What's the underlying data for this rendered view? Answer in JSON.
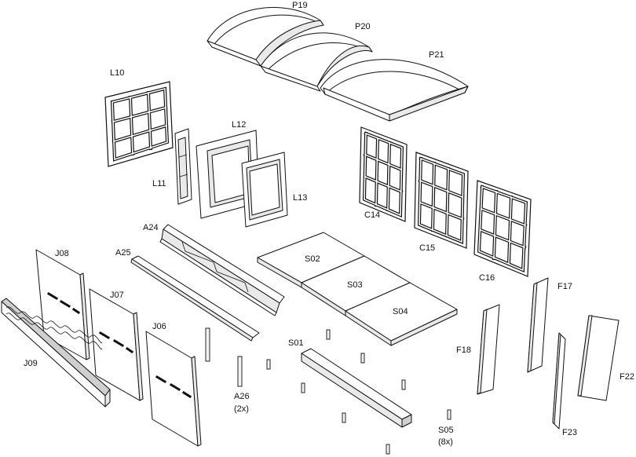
{
  "labels": {
    "p19": "P19",
    "p20": "P20",
    "p21": "P21",
    "l10": "L10",
    "l11": "L11",
    "l12": "L12",
    "l13": "L13",
    "c14": "C14",
    "c15": "C15",
    "c16": "C16",
    "a24": "A24",
    "a25": "A25",
    "j06": "J06",
    "j07": "J07",
    "j08": "J08",
    "j09": "J09",
    "s01": "S01",
    "s02": "S02",
    "s03": "S03",
    "s04": "S04",
    "a26": "A26",
    "a26_qty": "(2x)",
    "s05": "S05",
    "s05_qty": "(8x)",
    "f17": "F17",
    "f18": "F18",
    "f22": "F22",
    "f23": "F23"
  },
  "colors": {
    "line": "#111111",
    "background": "#ffffff",
    "shade": "#e9e9e9"
  }
}
